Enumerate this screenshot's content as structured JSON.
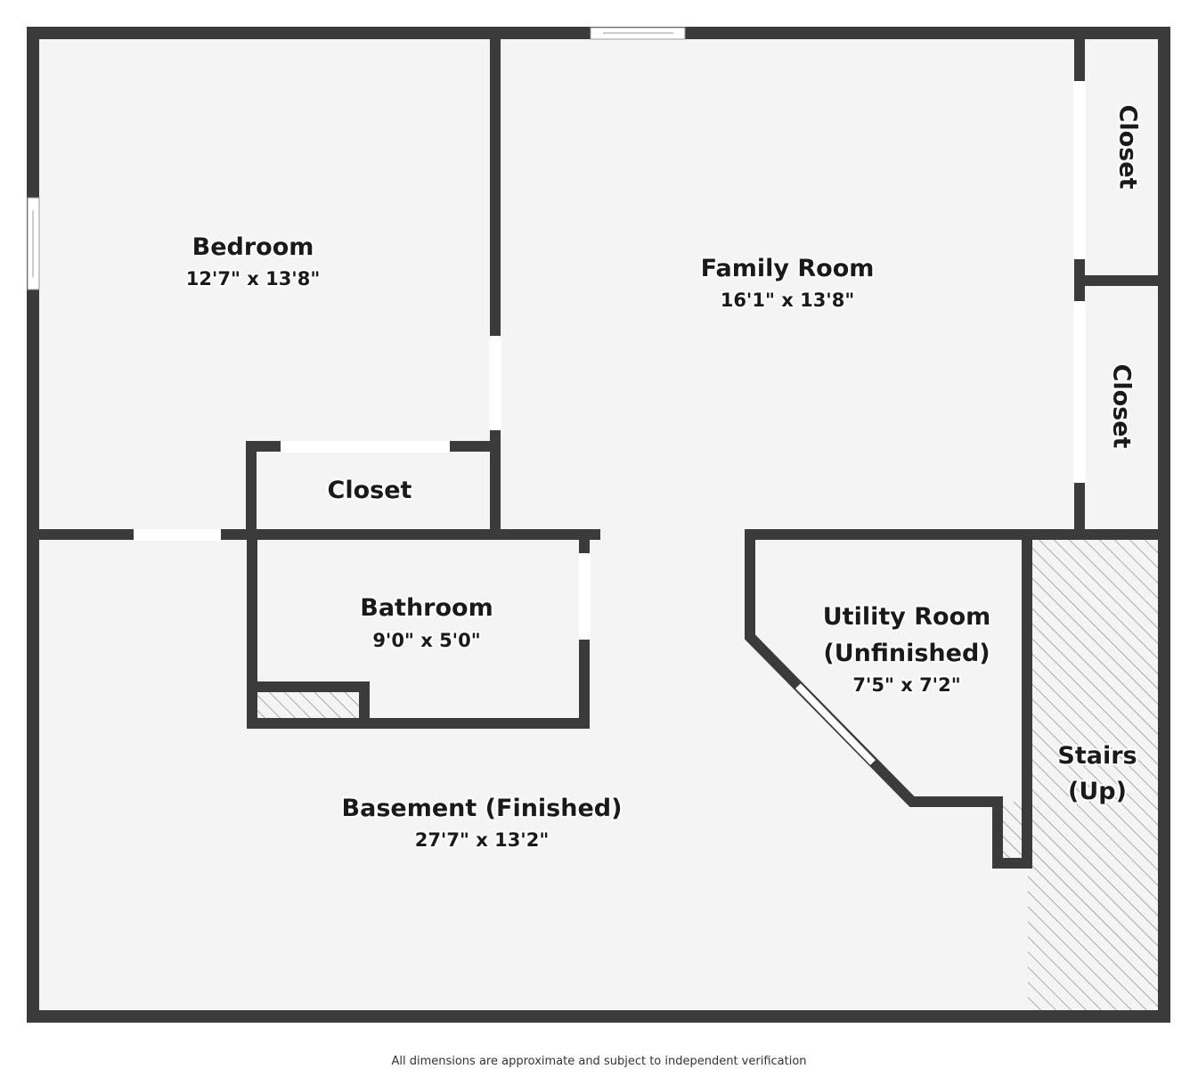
{
  "rooms": {
    "bedroom": {
      "name": "Bedroom",
      "dims": "12'7\" x 13'8\""
    },
    "family_room": {
      "name": "Family Room",
      "dims": "16'1\" x 13'8\""
    },
    "closet_top": {
      "name": "Closet"
    },
    "closet_middle": {
      "name": "Closet"
    },
    "closet_bedroom": {
      "name": "Closet"
    },
    "bathroom": {
      "name": "Bathroom",
      "dims": "9'0\" x 5'0\""
    },
    "utility": {
      "name_line1": "Utility Room",
      "name_line2": "(Unfinished)",
      "dims": "7'5\" x 7'2\""
    },
    "stairs": {
      "name_line1": "Stairs",
      "name_line2": "(Up)"
    },
    "basement": {
      "name": "Basement (Finished)",
      "dims": "27'7\" x 13'2\""
    }
  },
  "footer": {
    "note": "All dimensions are approximate and subject to independent verification"
  },
  "colors": {
    "wall": "#3b3b3b",
    "floor": "#f4f4f4",
    "opening": "#ffffff",
    "hatch": "#8a8a8a"
  }
}
